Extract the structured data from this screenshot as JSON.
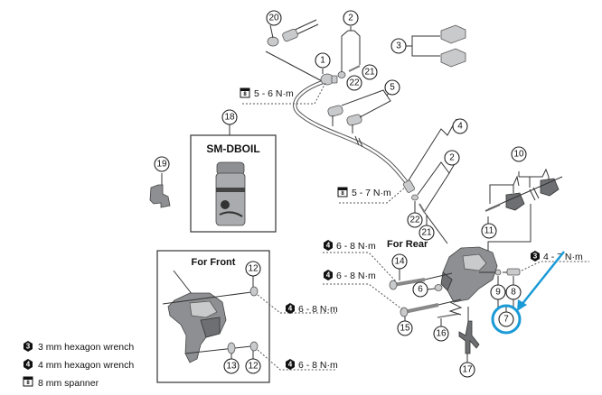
{
  "diagram": {
    "title_front": "For Front",
    "title_rear": "For Rear",
    "oil_product": "SM-DBOIL",
    "callouts": [
      "1",
      "2",
      "3",
      "4",
      "5",
      "6",
      "7",
      "8",
      "9",
      "10",
      "11",
      "12",
      "13",
      "14",
      "15",
      "16",
      "17",
      "18",
      "19",
      "20",
      "21",
      "22"
    ],
    "extra_callouts": {
      "c12b": "12",
      "c2b": "2",
      "c21b": "21",
      "c22b": "22"
    },
    "torque": {
      "t_hose_top": {
        "tool": "spanner",
        "tool_num": "8",
        "value": "5 - 6 N·m"
      },
      "t_hose_mid": {
        "tool": "spanner",
        "tool_num": "8",
        "value": "5 - 7 N·m"
      },
      "t_rear_1": {
        "tool": "hex",
        "tool_num": "4",
        "value": "6 - 8 N·m"
      },
      "t_rear_2": {
        "tool": "hex",
        "tool_num": "4",
        "value": "6 - 8 N·m"
      },
      "t_front_1": {
        "tool": "hex",
        "tool_num": "4",
        "value": "6 - 8 N·m"
      },
      "t_front_2": {
        "tool": "hex",
        "tool_num": "4",
        "value": "6 - 8 N·m"
      },
      "t_bleed": {
        "tool": "hex",
        "tool_num": "3",
        "value": "4 - 7 N·m"
      }
    },
    "legend": [
      {
        "icon": "hex-wrench-icon",
        "num": "3",
        "text": "3 mm hexagon wrench"
      },
      {
        "icon": "hex-wrench-icon",
        "num": "4",
        "text": "4 mm hexagon wrench"
      },
      {
        "icon": "spanner-icon",
        "num": "8",
        "text": "8 mm spanner"
      }
    ],
    "highlight": {
      "target_callout": "7",
      "color": "#1a9ad6"
    }
  }
}
